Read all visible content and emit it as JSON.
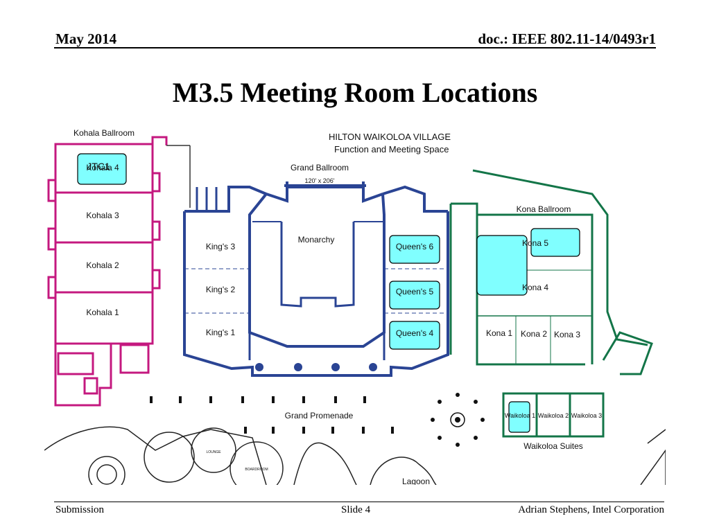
{
  "header": {
    "date": "May 2014",
    "doc_id": "doc.: IEEE 802.11-14/0493r1"
  },
  "title": "M3.5 Meeting Room Locations",
  "floorplan": {
    "venue_title": "HILTON WAIKOLOA VILLAGE",
    "venue_subtitle": "Function and Meeting Space",
    "areas": {
      "kohala_ballroom": "Kohala Ballroom",
      "grand_ballroom": "Grand Ballroom",
      "grand_ballroom_size": "120' x 206'",
      "kona_ballroom": "Kona Ballroom",
      "grand_promenade": "Grand Promenade",
      "waikoloa_suites": "Waikoloa Suites",
      "lagoon": "Lagoon"
    },
    "rooms": {
      "kohala_4": "Kohala 4",
      "kohala_3": "Kohala 3",
      "kohala_2": "Kohala 2",
      "kohala_1": "Kohala 1",
      "kings_3": "King's 3",
      "kings_2": "King's 2",
      "kings_1": "King's 1",
      "monarchy": "Monarchy",
      "queens_6": "Queen's 6",
      "queens_5": "Queen's 5",
      "queens_4": "Queen's 4",
      "kona_5": "Kona 5",
      "kona_4": "Kona 4",
      "kona_1": "Kona 1",
      "kona_2": "Kona 2",
      "kona_3": "Kona 3",
      "waikoloa_1": "Waikoloa 1",
      "waikoloa_2": "Waikoloa 2",
      "waikoloa_3": "Waikoloa 3",
      "lounge": "LOUNGE",
      "boardroom": "BOARDROOM"
    },
    "annotations": {
      "jtc1": "JTC1"
    },
    "colors": {
      "kohala": "#c4187f",
      "grand": "#2a4494",
      "kona": "#137548",
      "highlight_fill": "#80ffff",
      "sketch": "#222222"
    }
  },
  "footer": {
    "left": "Submission",
    "center": "Slide 4",
    "right": "Adrian Stephens, Intel Corporation"
  }
}
